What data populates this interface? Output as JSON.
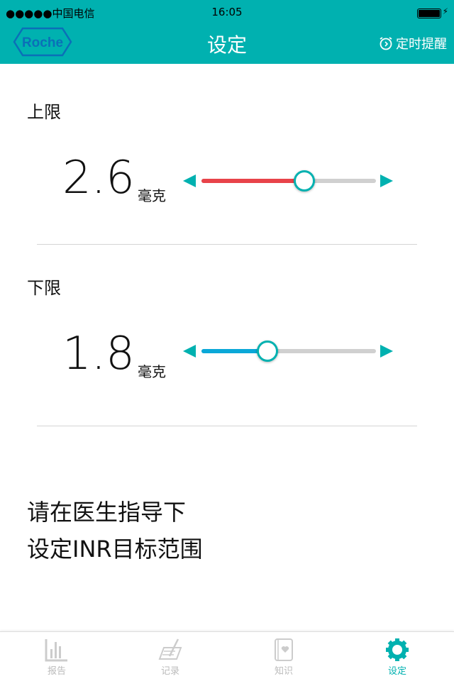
{
  "status": {
    "carrier": "●●●●●中国电信",
    "time": "16:05"
  },
  "header": {
    "logo": "Roche",
    "title": "设定",
    "alarm_label": "定时提醒"
  },
  "upper": {
    "label": "上限",
    "value": "2.6",
    "unit": "毫克",
    "position": 0.59,
    "color": "#e8434a"
  },
  "lower": {
    "label": "下限",
    "value": "1.8",
    "unit": "毫克",
    "position": 0.38,
    "color": "#0aa8d8"
  },
  "note": {
    "line1": "请在医生指导下",
    "line2": "设定INR目标范围"
  },
  "tabs": [
    {
      "label": "报告"
    },
    {
      "label": "记录"
    },
    {
      "label": "知识"
    },
    {
      "label": "设定"
    }
  ],
  "colors": {
    "accent": "#00b1b0"
  }
}
